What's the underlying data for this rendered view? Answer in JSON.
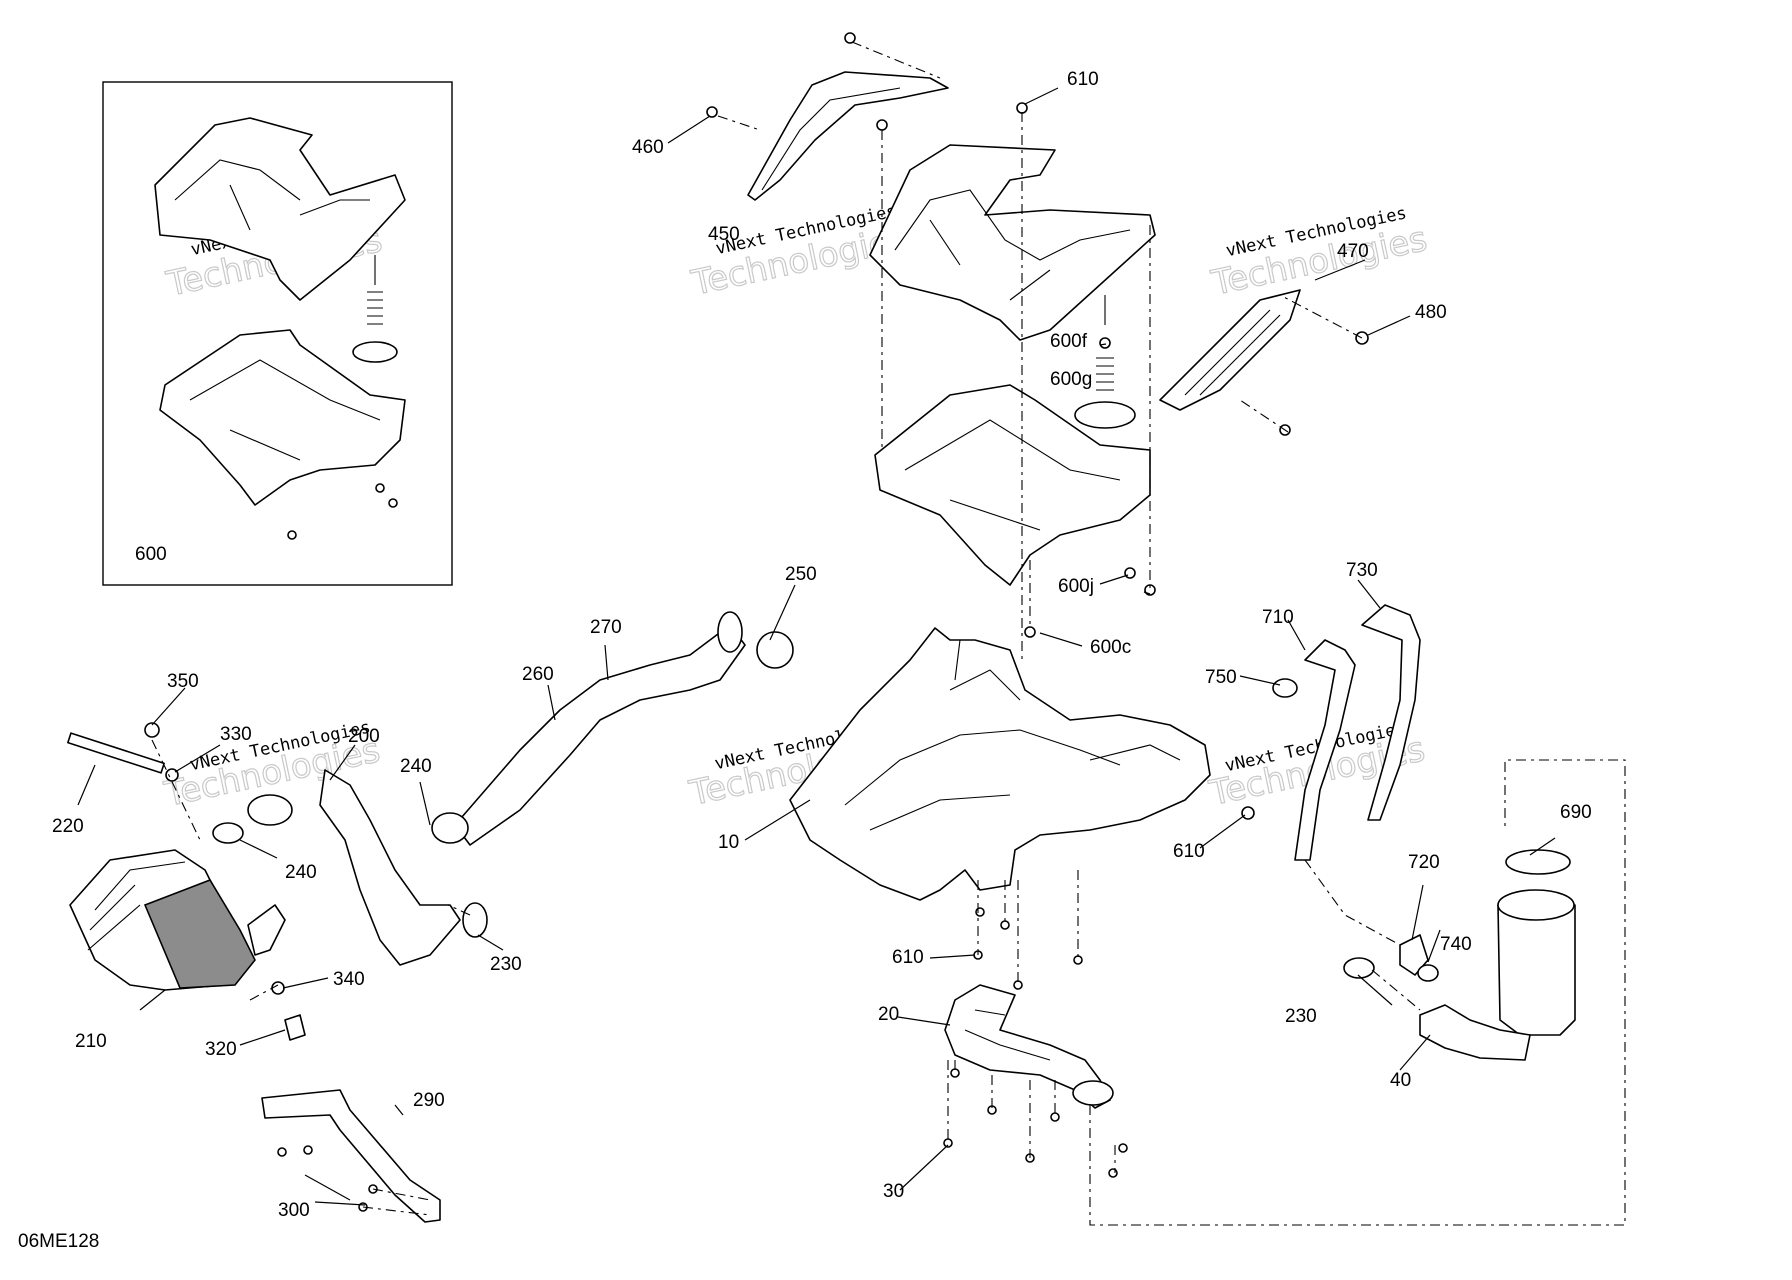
{
  "drawing_code": "06ME128",
  "inset_label": "600",
  "watermark": {
    "line1": "vNext Technologies",
    "line2": "Technologies"
  },
  "callouts": {
    "c10": "10",
    "c20": "20",
    "c30": "30",
    "c40": "40",
    "c200": "200",
    "c210": "210",
    "c220": "220",
    "c230a": "230",
    "c230b": "230",
    "c240a": "240",
    "c240b": "240",
    "c250": "250",
    "c260": "260",
    "c270": "270",
    "c290": "290",
    "c300": "300",
    "c320": "320",
    "c330": "330",
    "c340": "340",
    "c350": "350",
    "c450": "450",
    "c460": "460",
    "c470": "470",
    "c480": "480",
    "c600c": "600c",
    "c600f": "600f",
    "c600g": "600g",
    "c600j": "600j",
    "c610a": "610",
    "c610b": "610",
    "c610c": "610",
    "c690": "690",
    "c710": "710",
    "c720": "720",
    "c730": "730",
    "c740": "740",
    "c750": "750"
  }
}
